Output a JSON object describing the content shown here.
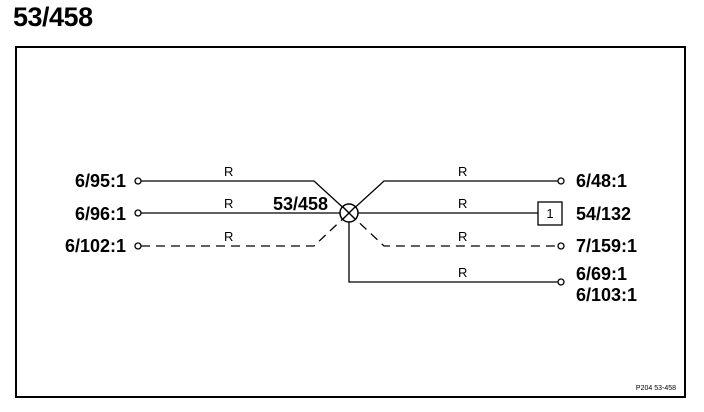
{
  "title": "53/458",
  "splice": {
    "label": "53/458"
  },
  "left": [
    {
      "label": "6/95:1",
      "wire": "R",
      "style": "solid"
    },
    {
      "label": "6/96:1",
      "wire": "R",
      "style": "solid"
    },
    {
      "label": "6/102:1",
      "wire": "R",
      "style": "dashed"
    }
  ],
  "right": [
    {
      "label": "6/48:1",
      "wire": "R",
      "style": "solid"
    },
    {
      "label": "54/132",
      "wire": "R",
      "style": "solid",
      "box": "1"
    },
    {
      "label": "7/159:1",
      "wire": "R",
      "style": "dashed"
    },
    {
      "label": "6/69:1",
      "label2": "6/103:1",
      "wire": "R",
      "style": "solid"
    }
  ],
  "footer_ref": "P204 53-458"
}
